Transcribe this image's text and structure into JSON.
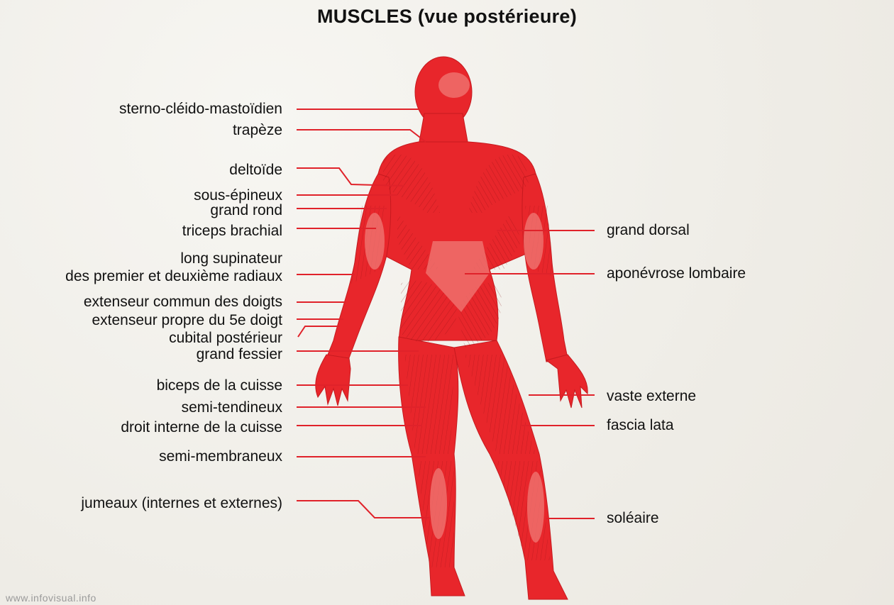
{
  "title": "MUSCLES (vue postérieure)",
  "left_labels": [
    "sterno-cléido-mastoïdien",
    "trapèze",
    "deltoïde",
    "sous-épineux",
    "grand rond",
    "triceps brachial",
    "long supinateur",
    "des premier et deuxième radiaux",
    "extenseur commun des doigts",
    "extenseur propre du 5e doigt",
    "cubital postérieur",
    "grand fessier",
    "biceps de la cuisse",
    "semi-tendineux",
    "droit interne de la cuisse",
    "semi-membraneux",
    "jumeaux (internes et externes)"
  ],
  "right_labels": [
    "grand dorsal",
    "aponévrose lombaire",
    "vaste externe",
    "fascia lata",
    "soléaire"
  ],
  "credit": "www.infovisual.info",
  "colors": {
    "muscle": "#e8262b",
    "muscle_light": "#f07a76",
    "leader": "#e0222a",
    "text": "#111111"
  }
}
